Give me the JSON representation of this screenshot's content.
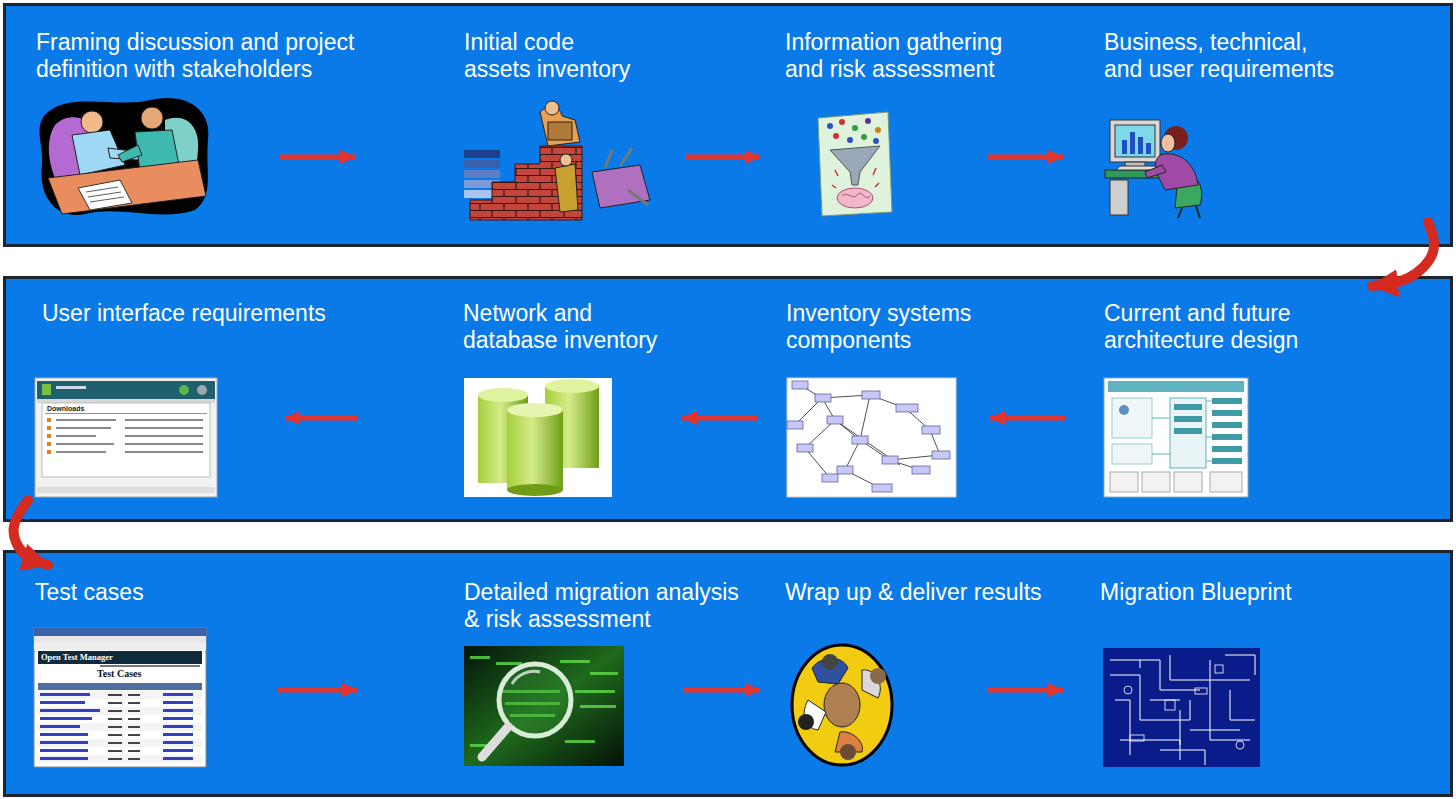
{
  "diagram": {
    "nodes": [
      {
        "text": [
          "Framing discussion and project definition with stakeholders"
        ]
      },
      {
        "text": [
          "Initial code assets inventory"
        ]
      },
      {
        "text": [
          "Information gathering and risk assessment"
        ]
      },
      {
        "text": [
          "Business, technical, and user requirements"
        ]
      },
      {
        "text": [
          "Current and future architecture design"
        ]
      },
      {
        "text": [
          "Inventory systems components"
        ]
      },
      {
        "text": [
          "Network and database inventory"
        ]
      },
      {
        "text": [
          "User interface requirements"
        ]
      },
      {
        "text": [
          "Test cases"
        ]
      },
      {
        "text": [
          "Detailed migration analysis & risk assessment"
        ]
      },
      {
        "text": [
          "Wrap up & deliver results"
        ]
      },
      {
        "text": [
          "Migration Blueprint"
        ]
      }
    ],
    "edges": [
      {
        "from": 0,
        "to": 1,
        "arrow": "to"
      },
      {
        "from": 1,
        "to": 2,
        "arrow": "to"
      },
      {
        "from": 2,
        "to": 3,
        "arrow": "to"
      },
      {
        "from": 3,
        "to": 4,
        "arrow": "to"
      },
      {
        "from": 4,
        "to": 5,
        "arrow": "to"
      },
      {
        "from": 5,
        "to": 6,
        "arrow": "to"
      },
      {
        "from": 6,
        "to": 7,
        "arrow": "to"
      },
      {
        "from": 7,
        "to": 8,
        "arrow": "to"
      },
      {
        "from": 8,
        "to": 9,
        "arrow": "to"
      },
      {
        "from": 9,
        "to": 10,
        "arrow": "to"
      },
      {
        "from": 10,
        "to": 11,
        "arrow": "to"
      }
    ],
    "labels": [
      "Downloads",
      "Open Test Manager",
      "Test Cases"
    ]
  }
}
